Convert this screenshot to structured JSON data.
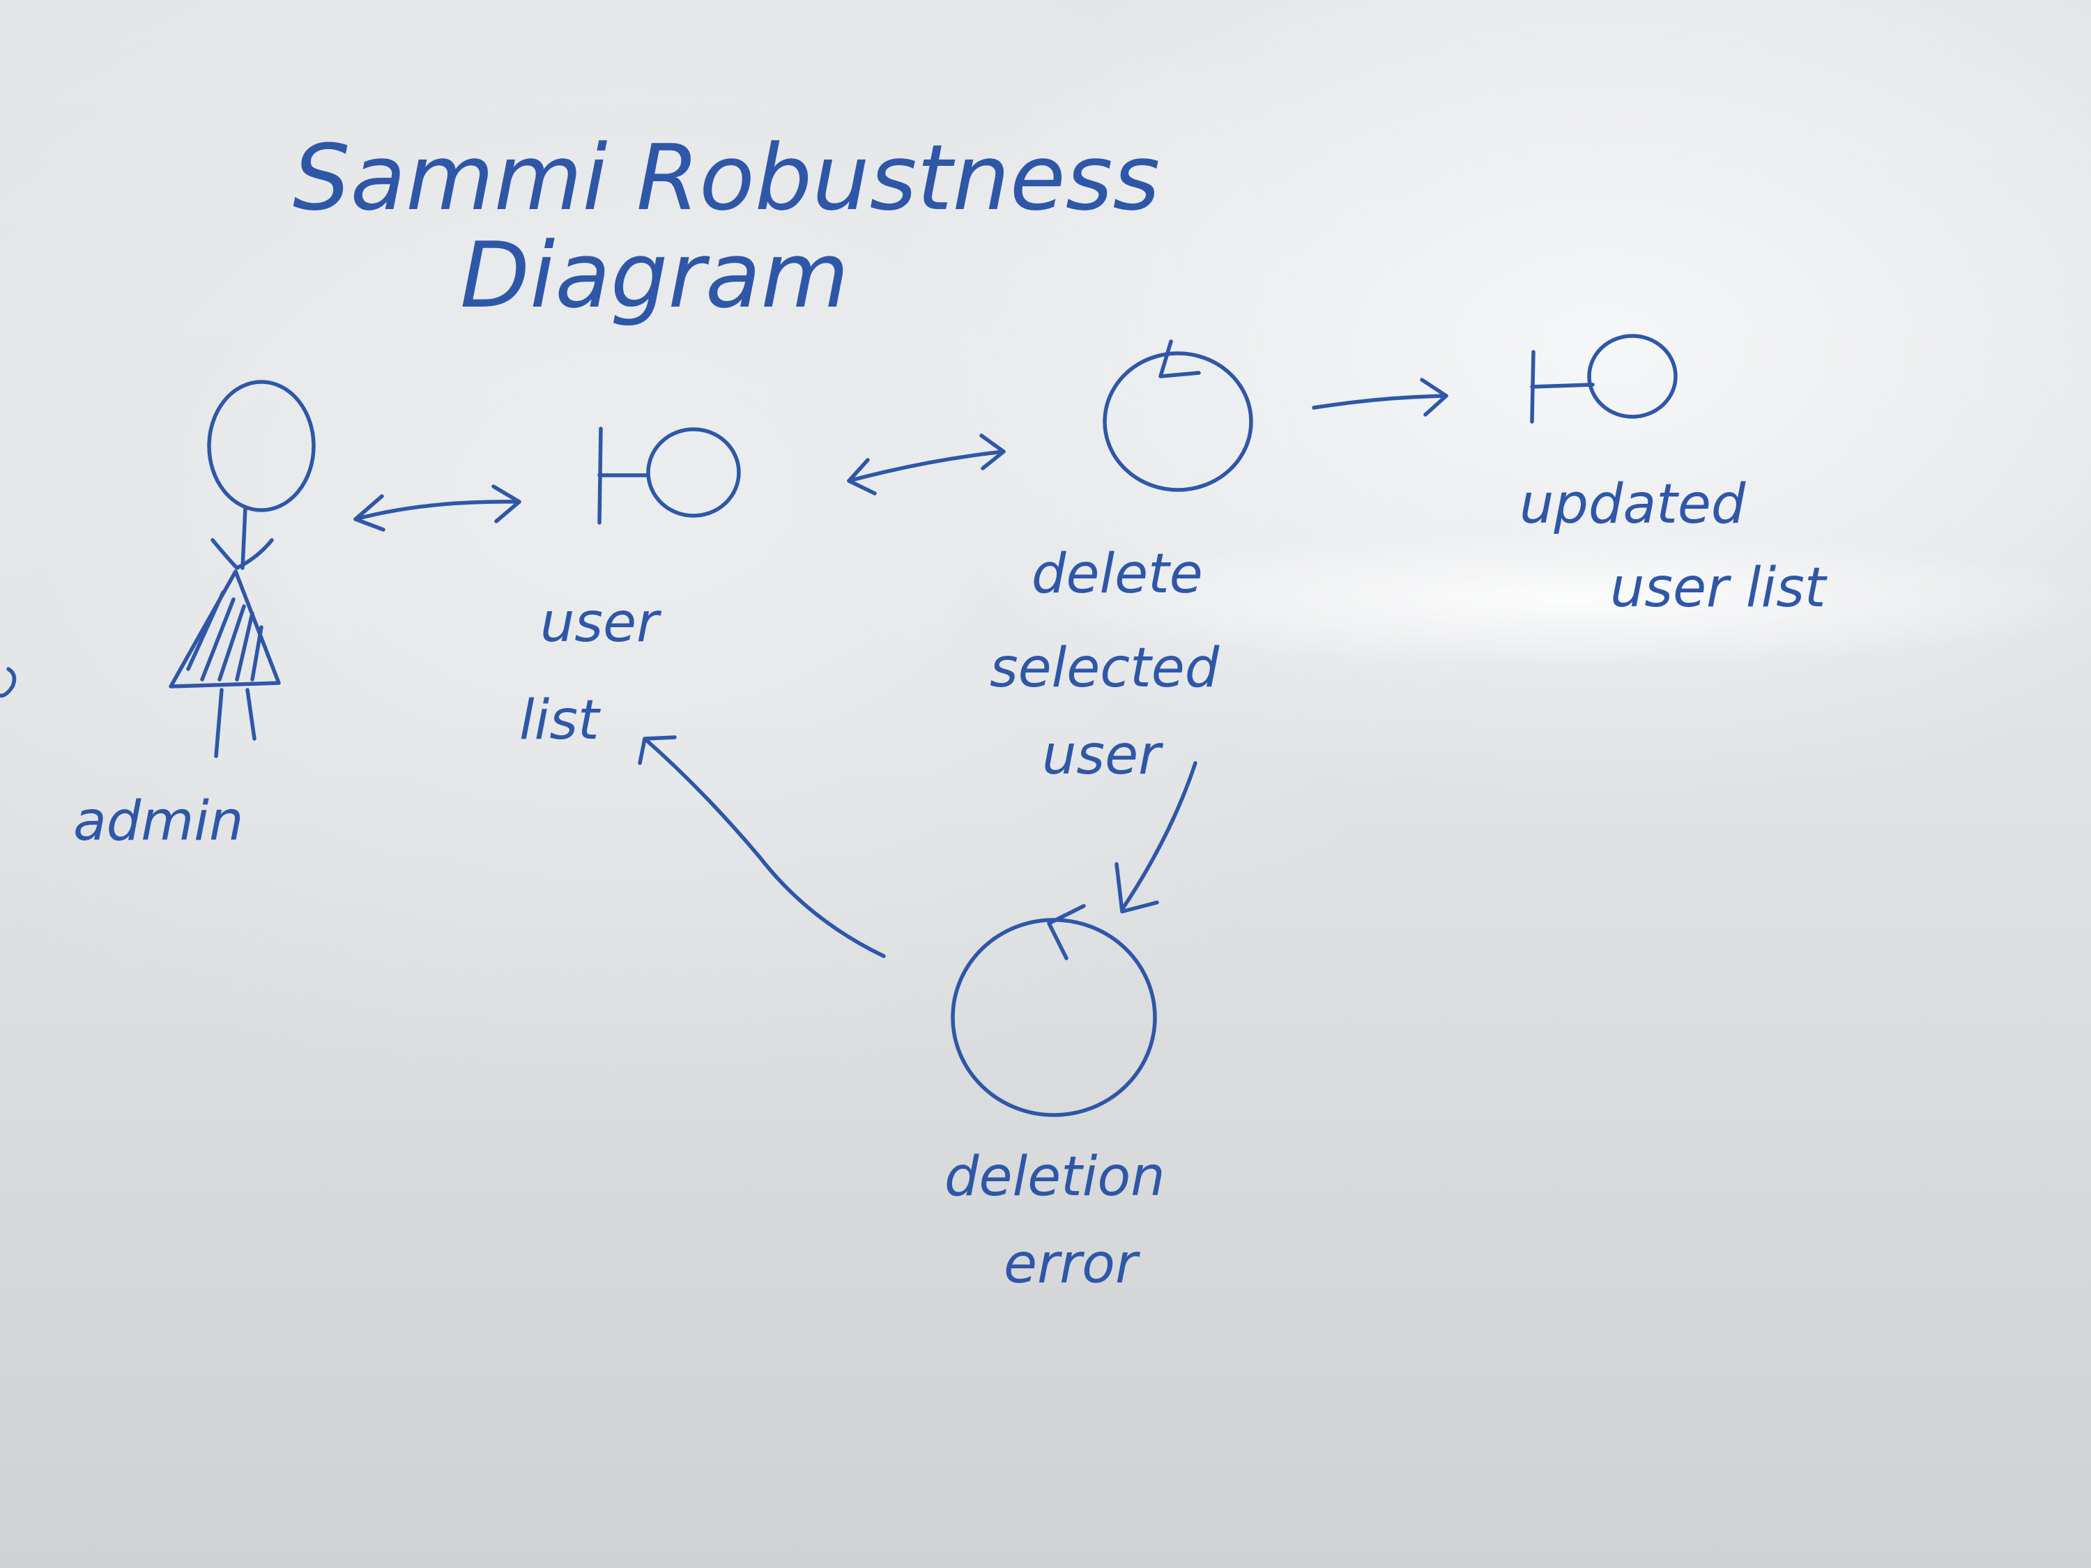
{
  "title": {
    "line1": "Sammi Robustness",
    "line2": "Diagram"
  },
  "nodes": {
    "admin": {
      "type": "actor",
      "label": "admin"
    },
    "user_list": {
      "type": "boundary",
      "label_lines": [
        "user",
        "list"
      ]
    },
    "delete_selected_user": {
      "type": "control",
      "label_lines": [
        "delete",
        "selected",
        "user"
      ]
    },
    "updated_user_list": {
      "type": "boundary",
      "label_lines": [
        "updated",
        "user list"
      ]
    },
    "deletion_error": {
      "type": "control",
      "label_lines": [
        "deletion",
        "error"
      ]
    }
  },
  "colors": {
    "ink": "#2f57a8",
    "board": "#e3e5e7"
  }
}
